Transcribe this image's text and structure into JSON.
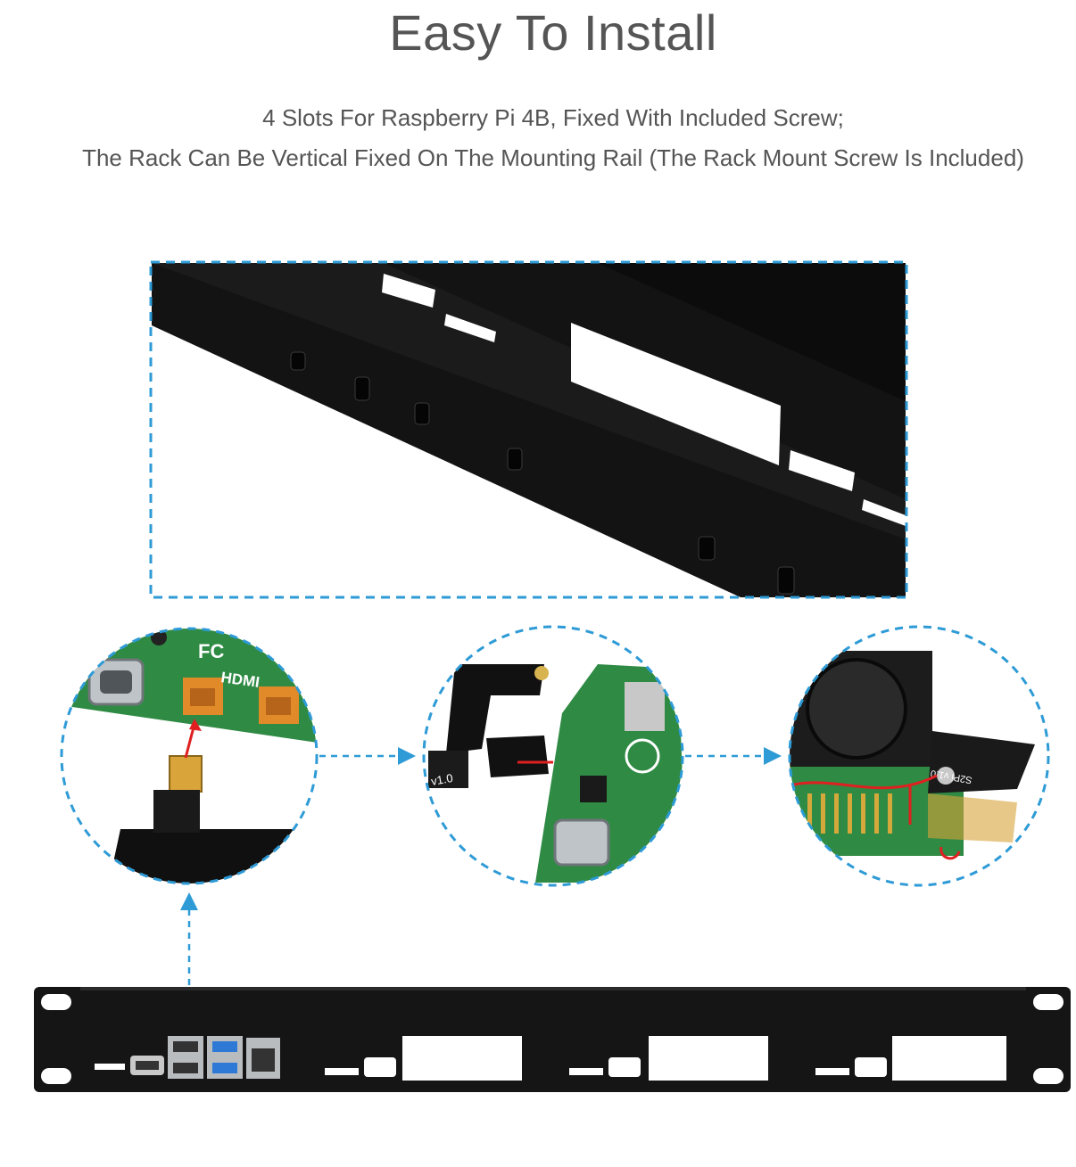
{
  "heading": "Easy To Install",
  "subtitle_lines": [
    "4 Slots For Raspberry Pi 4B, Fixed With Included Screw;",
    "The Rack Can Be Vertical Fixed On The Mounting Rail (The Rack Mount Screw Is Included)"
  ],
  "colors": {
    "accent": "#2e9bd6",
    "text": "#555555",
    "metal": "#151515",
    "pcb": "#2f8a44",
    "arrow_red": "#e02020"
  },
  "pcb_labels": {
    "fcc": "FC",
    "hdmi": "HDMI",
    "cable_version": "v1.0",
    "adapter_version": "S2Pi v1.0"
  }
}
